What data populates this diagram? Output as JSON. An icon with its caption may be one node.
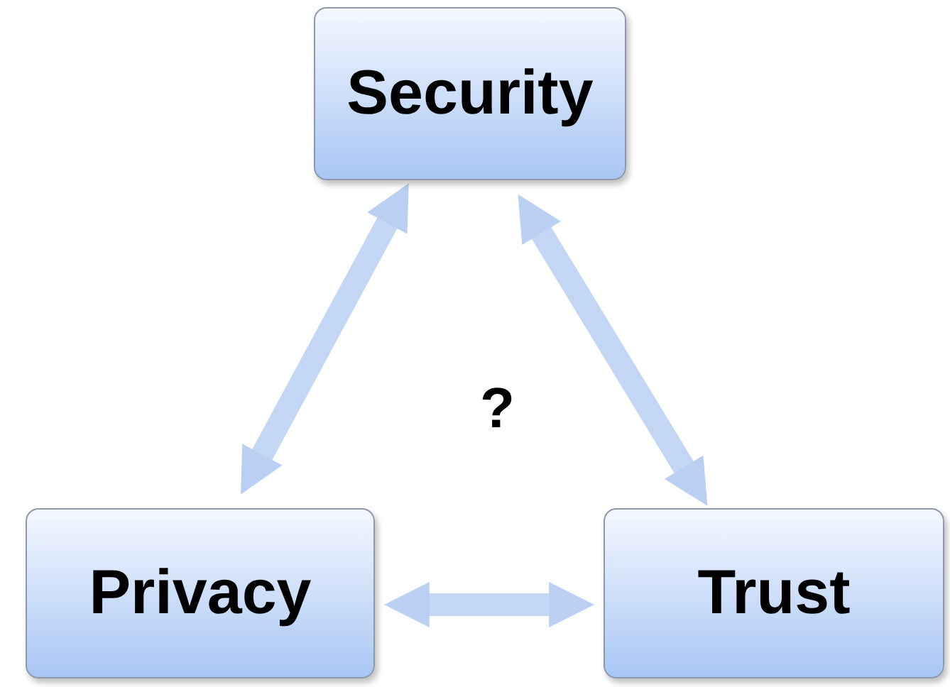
{
  "diagram": {
    "nodes": [
      {
        "text": [
          "Security"
        ]
      },
      {
        "text": [
          "Privacy"
        ]
      },
      {
        "text": [
          "Trust"
        ]
      }
    ],
    "edges": [
      {
        "from": 0,
        "to": 1,
        "arrow": "both"
      },
      {
        "from": 0,
        "to": 2,
        "arrow": "both"
      },
      {
        "from": 1,
        "to": 2,
        "arrow": "both"
      }
    ],
    "labels": [
      "?"
    ]
  }
}
